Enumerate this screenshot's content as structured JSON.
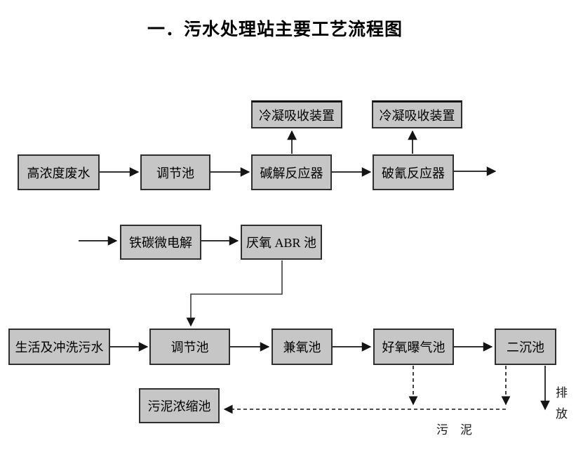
{
  "page": {
    "title": "一．污水处理站主要工艺流程图"
  },
  "colors": {
    "background": "#ffffff",
    "box_fill": "#c6c6c6",
    "box_border": "#2f2f2f",
    "line": "#141414",
    "text": "#000000"
  },
  "nodes": {
    "condenser1": {
      "label": "冷凝吸收装置"
    },
    "condenser2": {
      "label": "冷凝吸收装置"
    },
    "high_concentration_wastewater": {
      "label": "高浓度废水"
    },
    "regulation_tank_1": {
      "label": "调节池"
    },
    "alkaline_hydrolysis_reactor": {
      "label": "碱解反应器"
    },
    "cyanide_breaking_reactor": {
      "label": "破氰反应器"
    },
    "iron_carbon_micro_electrolysis": {
      "label": "铁碳微电解"
    },
    "anaerobic_abr_tank": {
      "label": "厌氧 ABR 池"
    },
    "domestic_flushing_sewage": {
      "label": "生活及冲洗污水"
    },
    "regulation_tank_2": {
      "label": "调节池"
    },
    "facultative_tank": {
      "label": "兼氧池"
    },
    "aerobic_aeration_tank": {
      "label": "好氧曝气池"
    },
    "secondary_sedimentation_tank": {
      "label": "二沉池"
    },
    "sludge_thickening_tank": {
      "label": "污泥浓缩池"
    }
  },
  "edge_labels": {
    "discharge": "排\n放",
    "sludge": "污　泥"
  }
}
